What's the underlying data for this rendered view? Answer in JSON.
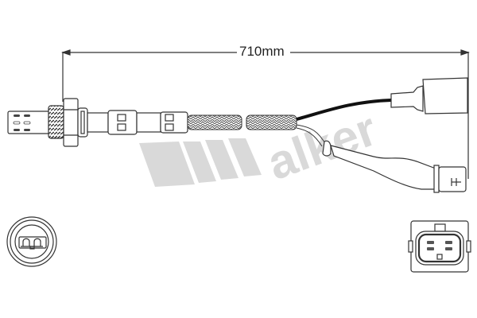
{
  "diagram": {
    "subject": "oxygen sensor",
    "dimension": {
      "label": "710mm",
      "value": 710,
      "unit": "mm"
    },
    "watermark": {
      "text": "Walker",
      "color": "#d9d9d9"
    },
    "components": [
      {
        "name": "sensor-tip",
        "label": ""
      },
      {
        "name": "threaded-body",
        "label": ""
      },
      {
        "name": "hex-nut",
        "label": ""
      },
      {
        "name": "sensor-shell",
        "label": ""
      },
      {
        "name": "braided-sleeve",
        "label": ""
      },
      {
        "name": "black-wire",
        "label": ""
      },
      {
        "name": "white-wire",
        "label": ""
      },
      {
        "name": "single-pin-connector",
        "label": ""
      },
      {
        "name": "multi-pin-connector",
        "label": ""
      }
    ],
    "detail_views": [
      {
        "name": "sensor-end-view",
        "position": "bottom-left"
      },
      {
        "name": "connector-face-view",
        "position": "bottom-right"
      }
    ],
    "colors": {
      "line": "#333333",
      "braid": "#555555",
      "wire_black": "#111111",
      "background": "#ffffff"
    }
  }
}
